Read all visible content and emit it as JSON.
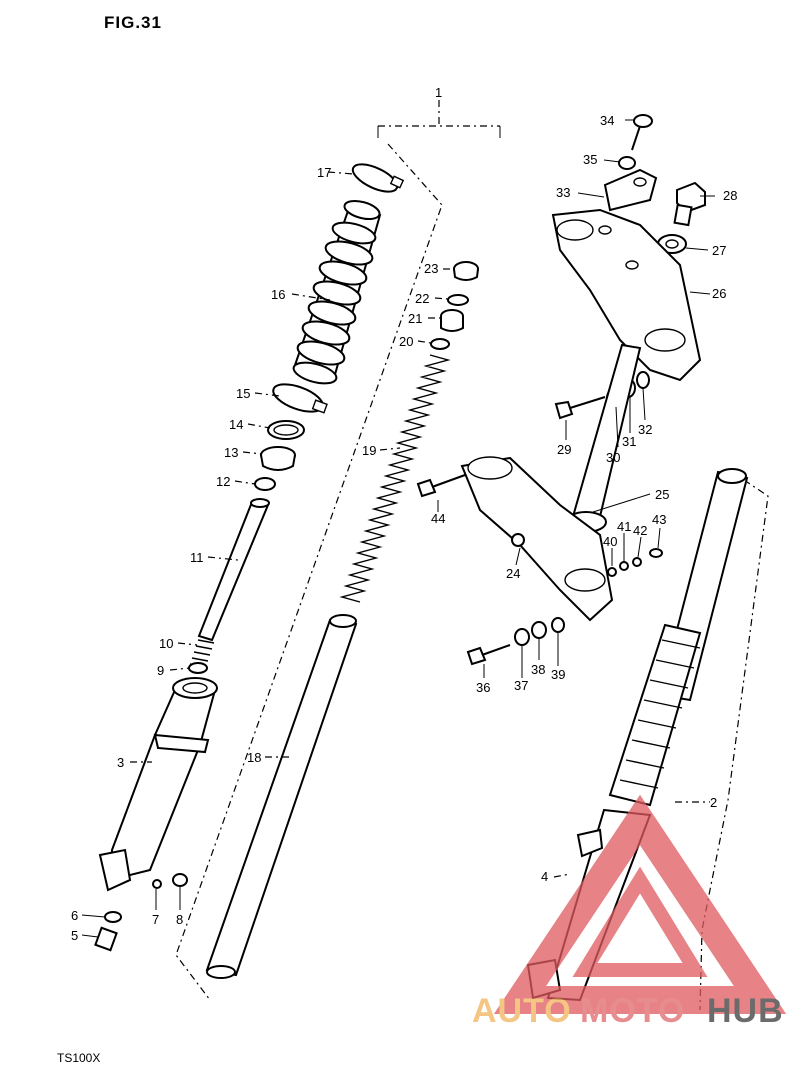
{
  "figure": {
    "title": "FIG.31",
    "model": "TS100X"
  },
  "assembly_label": "1",
  "callouts": {
    "p2": "2",
    "p3": "3",
    "p4": "4",
    "p5": "5",
    "p6": "6",
    "p7": "7",
    "p8": "8",
    "p9": "9",
    "p10": "10",
    "p11": "11",
    "p12": "12",
    "p13": "13",
    "p14": "14",
    "p15": "15",
    "p16": "16",
    "p17": "17",
    "p18": "18",
    "p19": "19",
    "p20": "20",
    "p21": "21",
    "p22": "22",
    "p23": "23",
    "p24": "24",
    "p25": "25",
    "p26": "26",
    "p27": "27",
    "p28": "28",
    "p29": "29",
    "p30": "30",
    "p31": "31",
    "p32": "32",
    "p33": "33",
    "p34": "34",
    "p35": "35",
    "p36": "36",
    "p37": "37",
    "p38": "38",
    "p39": "39",
    "p40": "40",
    "p41": "41",
    "p42": "42",
    "p43": "43",
    "p44": "44"
  },
  "watermark": {
    "text_part1": "AUTO",
    "text_part2": "MOTO",
    "text_part3": "HUB",
    "color_part1": "#f2b25a",
    "color_part2": "#e0686a",
    "color_part3": "#3a3a3a",
    "logo_color": "#e05a5f"
  }
}
